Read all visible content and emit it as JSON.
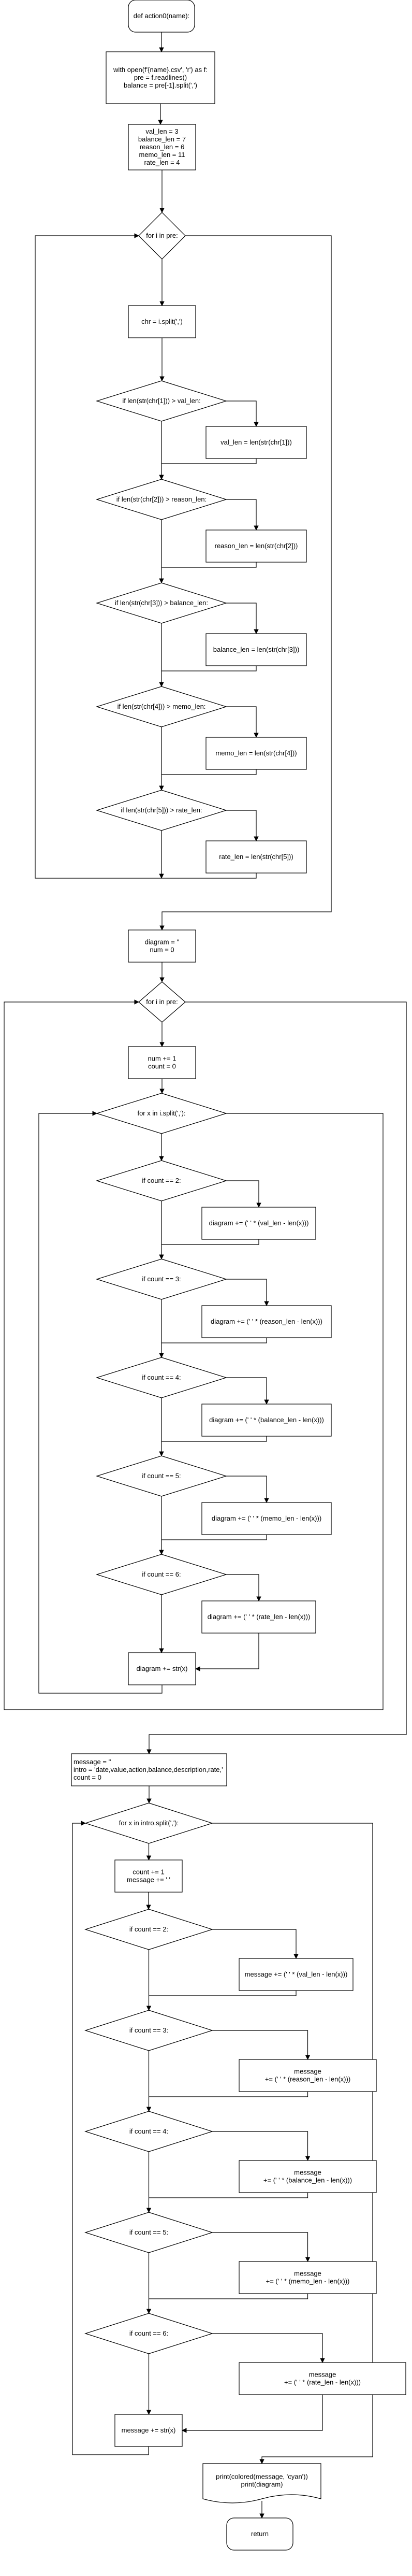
{
  "colors": {
    "stroke": "#000000",
    "fill": "#ffffff",
    "background": "#ffffff"
  },
  "nodes": {
    "start": [
      "def action0(name):"
    ],
    "open": [
      "with open(f'{name}.csv', 'r') as f:",
      "pre = f.readlines()",
      "balance = pre[-1].split(',')"
    ],
    "init_lens": [
      "val_len = 3",
      "balance_len = 7",
      "reason_len = 6",
      "memo_len = 11",
      "rate_len = 4"
    ],
    "loop1": [
      "for i in pre:"
    ],
    "split_i": [
      "chr = i.split(',')"
    ],
    "if_val": [
      "if len(str(chr[1])) > val_len:"
    ],
    "set_val": [
      "val_len = len(str(chr[1]))"
    ],
    "if_reason": [
      "if len(str(chr[2])) > reason_len:"
    ],
    "set_reason": [
      "reason_len = len(str(chr[2]))"
    ],
    "if_balance": [
      "if len(str(chr[3])) > balance_len:"
    ],
    "set_balance": [
      "balance_len = len(str(chr[3]))"
    ],
    "if_memo": [
      "if len(str(chr[4])) > memo_len:"
    ],
    "set_memo": [
      "memo_len = len(str(chr[4]))"
    ],
    "if_rate": [
      "if len(str(chr[5])) > rate_len:"
    ],
    "set_rate": [
      "rate_len = len(str(chr[5]))"
    ],
    "diag_init": [
      "diagram = ''",
      "num = 0"
    ],
    "loop2": [
      "for i in pre:"
    ],
    "num_inc": [
      "num += 1",
      "count = 0"
    ],
    "loop_x": [
      "for x in i.split(','):"
    ],
    "d_if2": [
      "if count == 2:"
    ],
    "d_set2": [
      "diagram += (' ' * (val_len - len(x)))"
    ],
    "d_if3": [
      "if count == 3:"
    ],
    "d_set3": [
      "diagram += (' ' * (reason_len - len(x)))"
    ],
    "d_if4": [
      "if count == 4:"
    ],
    "d_set4": [
      "diagram += (' ' * (balance_len - len(x)))"
    ],
    "d_if5": [
      "if count == 5:"
    ],
    "d_set5": [
      "diagram += (' ' * (memo_len - len(x)))"
    ],
    "d_if6": [
      "if count == 6:"
    ],
    "d_set6": [
      "diagram += (' ' * (rate_len - len(x)))"
    ],
    "d_str": [
      "diagram += str(x)"
    ],
    "msg_init": [
      "message = ''",
      "intro = 'date,value,action,balance,description,rate,'",
      "count = 0"
    ],
    "loop3": [
      "for x in intro.split(','):"
    ],
    "cnt_inc": [
      "count += 1",
      "message += ' '"
    ],
    "m_if2": [
      "if count == 2:"
    ],
    "m_set2": [
      "message += (' ' * (val_len - len(x)))"
    ],
    "m_if3": [
      "if count == 3:"
    ],
    "m_set3": [
      "message",
      "+= (' ' * (reason_len - len(x)))"
    ],
    "m_if4": [
      "if count == 4:"
    ],
    "m_set4": [
      "message",
      "+= (' ' * (balance_len - len(x)))"
    ],
    "m_if5": [
      "if count == 5:"
    ],
    "m_set5": [
      "message",
      "+= (' ' * (memo_len - len(x)))"
    ],
    "m_if6": [
      "if count == 6:"
    ],
    "m_set6": [
      "message",
      "+= (' ' * (rate_len - len(x)))"
    ],
    "m_str": [
      "message += str(x)"
    ],
    "print": [
      "print(colored(message, 'cyan'))",
      "print(diagram)"
    ],
    "end": [
      "return"
    ]
  }
}
